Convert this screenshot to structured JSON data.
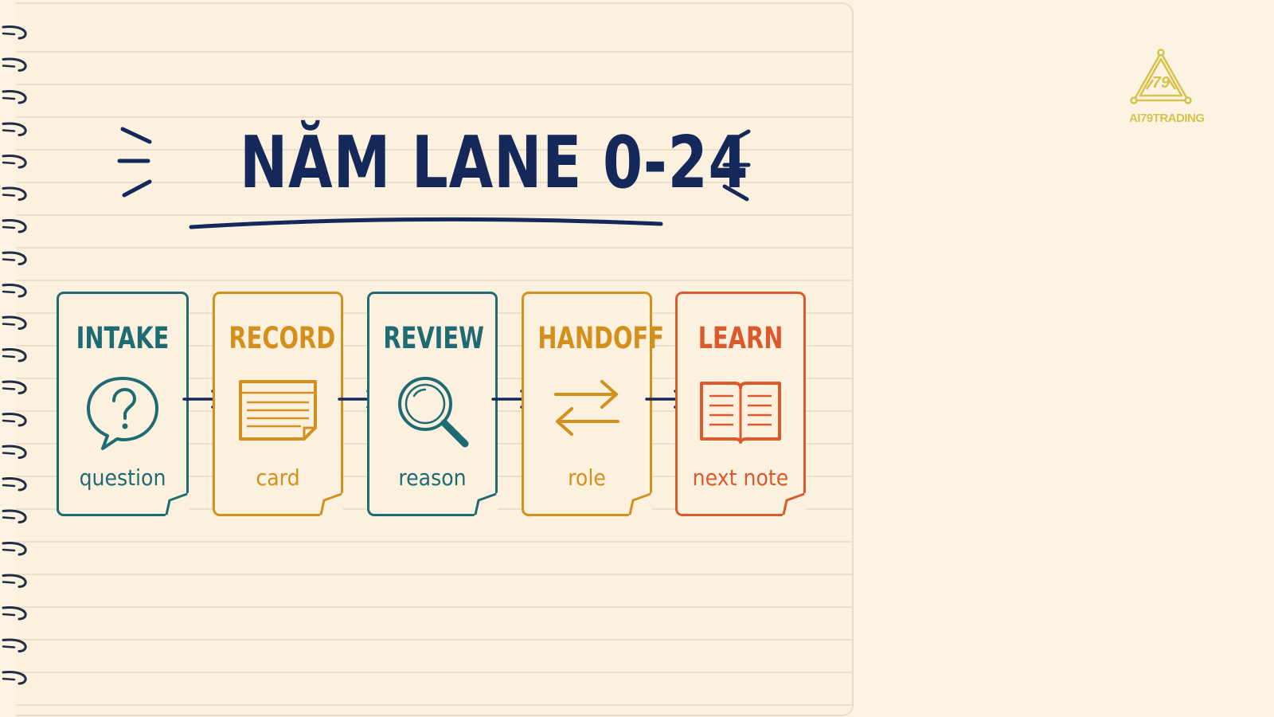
{
  "title": "NĂM LANE 0-24",
  "colors": {
    "paper": "#fcf1df",
    "navy": "#15285a",
    "teal": "#1e6b74",
    "amber": "#d4901c",
    "orange": "#db5a2c",
    "logo_gold": "#d5c34c"
  },
  "steps": [
    {
      "label": "INTAKE",
      "caption": "question",
      "icon": "speech-bubble-question-icon",
      "color": "#1e6b74"
    },
    {
      "label": "RECORD",
      "caption": "card",
      "icon": "index-card-icon",
      "color": "#d4901c"
    },
    {
      "label": "REVIEW",
      "caption": "reason",
      "icon": "magnifier-icon",
      "color": "#1e6b74"
    },
    {
      "label": "HANDOFF",
      "caption": "role",
      "icon": "swap-arrows-icon",
      "color": "#d4901c"
    },
    {
      "label": "LEARN",
      "caption": "next note",
      "icon": "open-book-icon",
      "color": "#db5a2c"
    }
  ],
  "logo": {
    "text": "AI79TRADING",
    "emblem": "79"
  }
}
